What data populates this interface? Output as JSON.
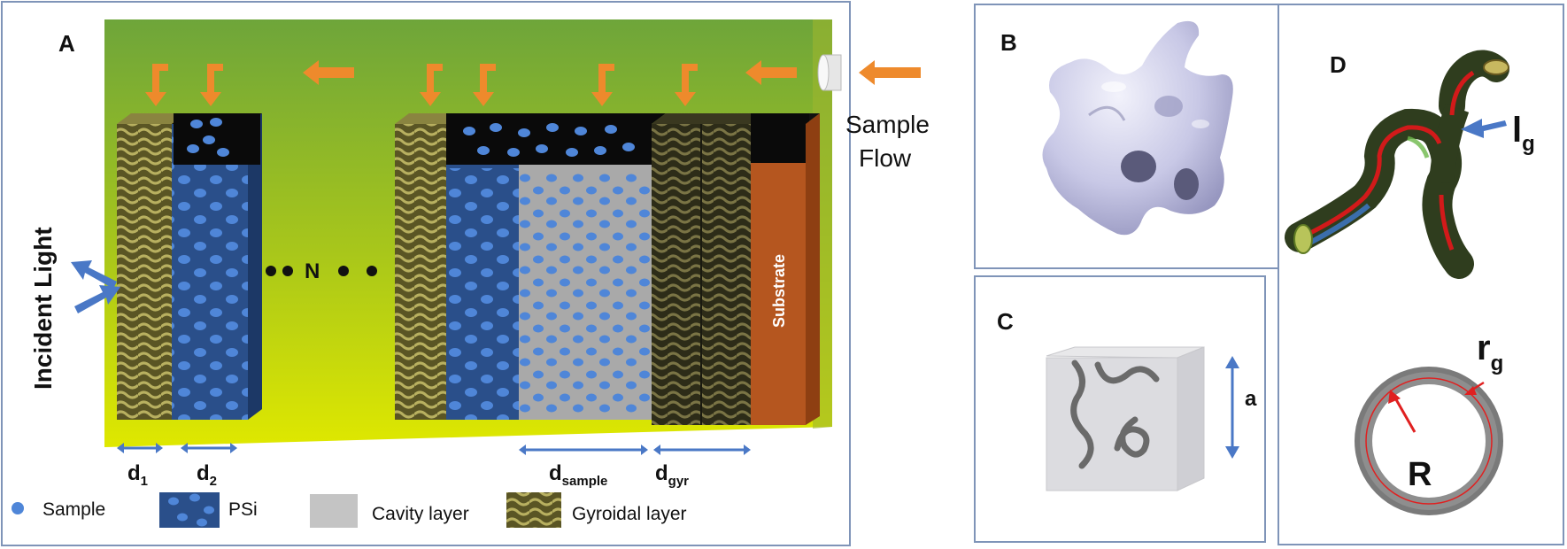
{
  "panels": {
    "a": {
      "letter": "A"
    },
    "b": {
      "letter": "B"
    },
    "c": {
      "letter": "C"
    },
    "d": {
      "letter": "D"
    }
  },
  "labels": {
    "sample_flow_line1": "Sample",
    "sample_flow_line2": "Flow",
    "incident_light": "Incident Light",
    "n_repeat": "N",
    "substrate": "Substrate",
    "d1_base": "d",
    "d1_sub": "1",
    "d2_base": "d",
    "d2_sub": "2",
    "dsample_base": "d",
    "dsample_sub": "sample",
    "dgyr_base": "d",
    "dgyr_sub": "gyr",
    "cube_edge": "a",
    "lg_base": "l",
    "lg_sub": "g",
    "rg_base": "r",
    "rg_sub": "g",
    "big_r": "R"
  },
  "legend": {
    "sample": "Sample",
    "psi": "PSi",
    "cavity": "Cavity layer",
    "gyroidal": "Gyroidal layer"
  },
  "colors": {
    "background_top": "#74a93b",
    "background_bottom": "#d8e400",
    "psi_blue": "#2a4f8a",
    "dot_blue": "#4f86d8",
    "cavity_gray": "#a9a9a9",
    "substrate_brown": "#b5561f",
    "arrow_orange": "#ee8a2c",
    "arrow_blue": "#4a78c6",
    "gyroid_olive": "#6e6a2a"
  }
}
